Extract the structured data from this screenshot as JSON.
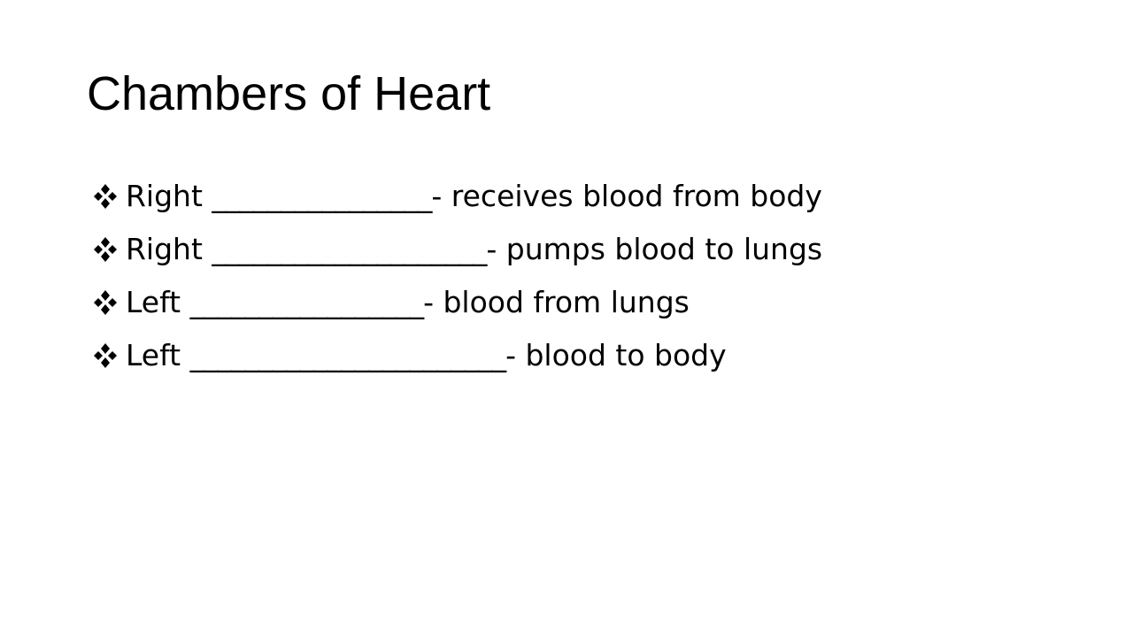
{
  "slide": {
    "title": "Chambers of Heart",
    "bullets": [
      {
        "icon": "four-diamonds-icon",
        "lead": "Right ",
        "blank": "________________",
        "rest": "- receives blood from body"
      },
      {
        "icon": "four-diamonds-icon",
        "lead": "Right ",
        "blank": "____________________",
        "rest": "- pumps blood to lungs"
      },
      {
        "icon": "four-diamonds-icon",
        "lead": "Left ",
        "blank": "_________________",
        "rest": "- blood from lungs"
      },
      {
        "icon": "four-diamonds-icon",
        "lead": "Left ",
        "blank": "_______________________",
        "rest": "- blood to body"
      }
    ]
  }
}
